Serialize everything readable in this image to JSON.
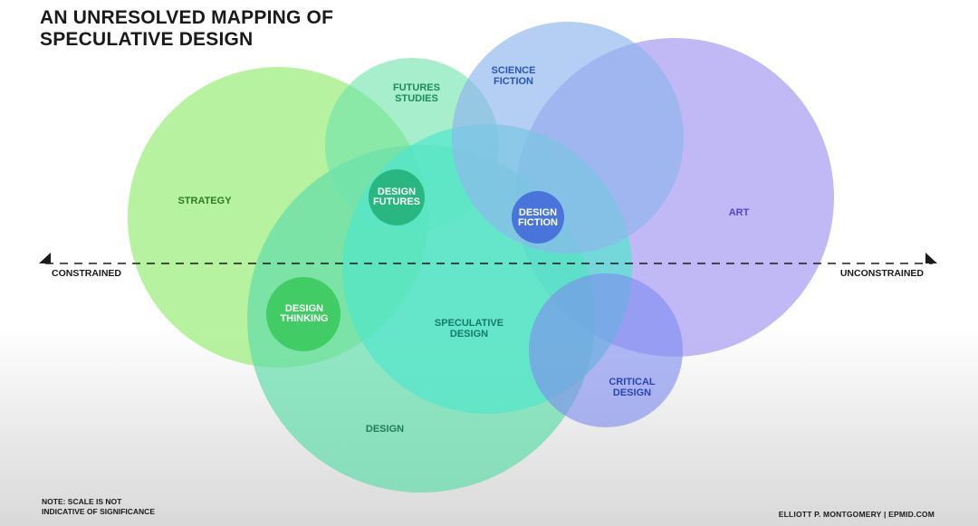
{
  "title": {
    "line1": "AN UNRESOLVED MAPPING OF",
    "line2": "SPECULATIVE DESIGN"
  },
  "axis": {
    "left_label": "CONSTRAINED",
    "right_label": "UNCONSTRAINED"
  },
  "regions": {
    "strategy": {
      "label": "STRATEGY",
      "color": "#9aed7a"
    },
    "futures_studies": {
      "label1": "FUTURES",
      "label2": "STUDIES",
      "color": "#6fe3ac"
    },
    "science_fiction": {
      "label1": "SCIENCE",
      "label2": "FICTION",
      "color": "#8fb5ef"
    },
    "art": {
      "label": "ART",
      "color": "#a99cf2"
    },
    "design": {
      "label": "DESIGN",
      "color": "#5fdca8"
    },
    "speculative_design": {
      "label1": "SPECULATIVE",
      "label2": "DESIGN",
      "color": "#4fe6cd"
    },
    "critical_design": {
      "label1": "CRITICAL",
      "label2": "DESIGN",
      "color": "#7e8cef"
    },
    "design_thinking": {
      "label1": "DESIGN",
      "label2": "THINKING",
      "color": "#3bc95e"
    },
    "design_futures": {
      "label1": "DESIGN",
      "label2": "FUTURES",
      "color": "#22b07a"
    },
    "design_fiction": {
      "label1": "DESIGN",
      "label2": "FICTION",
      "color": "#3f66d8"
    }
  },
  "note": {
    "line1": "NOTE: SCALE IS NOT",
    "line2": "INDICATIVE OF SIGNIFICANCE"
  },
  "credit": "ELLIOTT P. MONTGOMERY  |  EPMID.COM"
}
